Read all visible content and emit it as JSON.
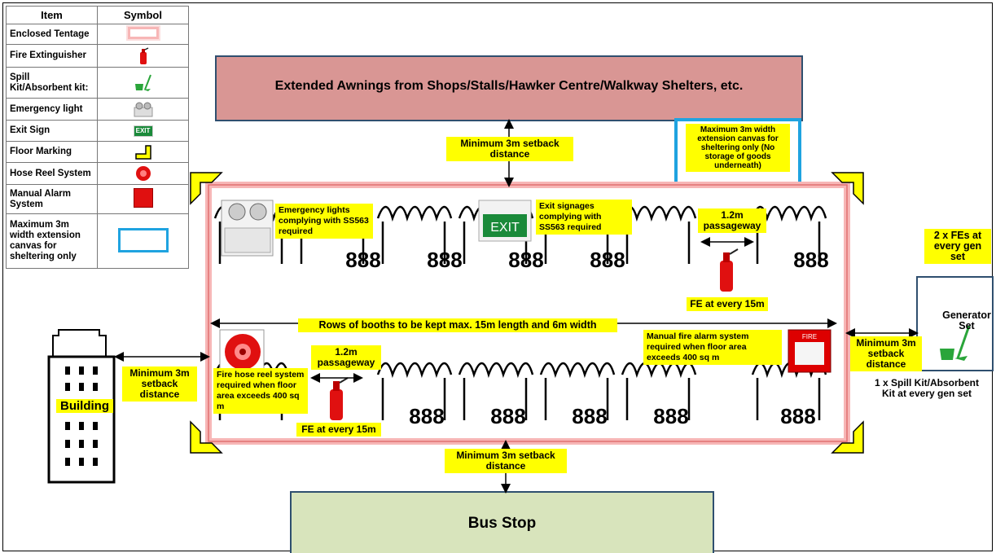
{
  "legend": {
    "header_item": "Item",
    "header_symbol": "Symbol",
    "rows": [
      {
        "label": "Enclosed Tentage",
        "icon": "tentage-icon"
      },
      {
        "label": "Fire Extinguisher",
        "icon": "fire-extinguisher-icon"
      },
      {
        "label": "Spill Kit/Absorbent kit:",
        "icon": "spill-kit-icon"
      },
      {
        "label": "Emergency light",
        "icon": "emergency-light-icon"
      },
      {
        "label": "Exit Sign",
        "icon": "exit-sign-icon"
      },
      {
        "label": "Floor Marking",
        "icon": "floor-marking-icon"
      },
      {
        "label": "Hose Reel System",
        "icon": "hose-reel-icon"
      },
      {
        "label": "Manual Alarm System",
        "icon": "manual-alarm-icon"
      },
      {
        "label": "Maximum 3m width extension canvas for sheltering only",
        "icon": "extension-canvas-icon"
      }
    ]
  },
  "awnings_label": "Extended Awnings from Shops/Stalls/Hawker Centre/Walkway Shelters, etc.",
  "bus_stop_label": "Bus Stop",
  "building_label": "Building",
  "generator_label": "Generator Set",
  "setback_top": "Minimum 3m setback distance",
  "setback_bottom": "Minimum 3m setback distance",
  "setback_left": "Minimum 3m setback distance",
  "setback_right": "Minimum 3m setback distance",
  "canvas_note": "Maximum 3m width extension canvas for sheltering only (No storage of goods underneath)",
  "emergency_note": "Emergency lights complying with SS563 required",
  "exit_note": "Exit signages complying with SS563 required",
  "passageway_top": "1.2m passageway",
  "passageway_bottom": "1.2m passageway",
  "fe_top": "FE at every 15m",
  "fe_bottom": "FE at every 15m",
  "rows_note": "Rows of booths to be kept max. 15m length and 6m width",
  "manual_alarm_note": "Manual fire alarm system required when floor area exceeds 400 sq m",
  "hose_note": "Fire hose reel system required when floor area exceeds 400 sq m",
  "fe_genset_note": "2 x FEs at every gen set",
  "spill_genset_note": "1 x Spill Kit/Absorbent Kit at every gen set",
  "booth_number": "888",
  "exit_sign_text": "EXIT",
  "alarm_text": "FIRE",
  "colors": {
    "awning_fill": "#d99694",
    "bus_fill": "#d8e4bc",
    "canvas_outline": "#1fa3e0",
    "tent_outline": "#f29a9a",
    "highlight": "#ffff00",
    "extinguisher": "#e01010"
  }
}
